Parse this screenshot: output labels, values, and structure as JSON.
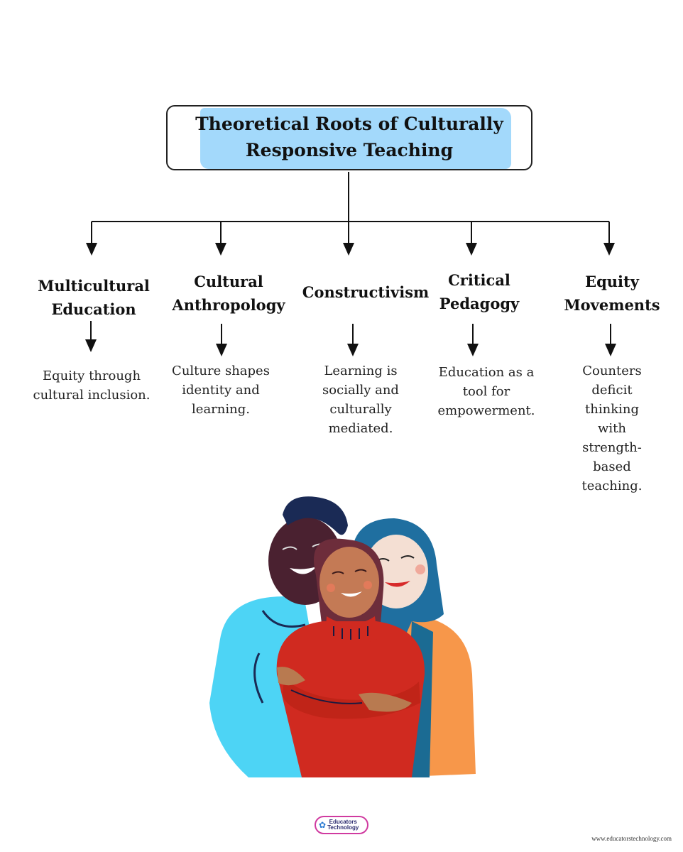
{
  "title": "Theoretical Roots of Culturally\nResponsive Teaching",
  "roots": [
    {
      "name": "Multicultural\nEducation",
      "description": "Equity through\ncultural inclusion."
    },
    {
      "name": "Cultural\nAnthropology",
      "description": "Culture shapes\nidentity and\nlearning."
    },
    {
      "name": "Constructivism",
      "description": "Learning is\nsocially and\nculturally\nmediated."
    },
    {
      "name": "Critical\nPedagogy",
      "description": "Education as a\ntool for\nempowerment."
    },
    {
      "name": "Equity\nMovements",
      "description": "Counters deficit\nthinking with\nstrength-based\nteaching."
    }
  ],
  "brand": {
    "logo_text": "Educators\nTechnology",
    "website": "www.educatorstechnology.com"
  },
  "colors": {
    "title_highlight": "#a3d9fb",
    "logo_border": "#d03aa0"
  }
}
